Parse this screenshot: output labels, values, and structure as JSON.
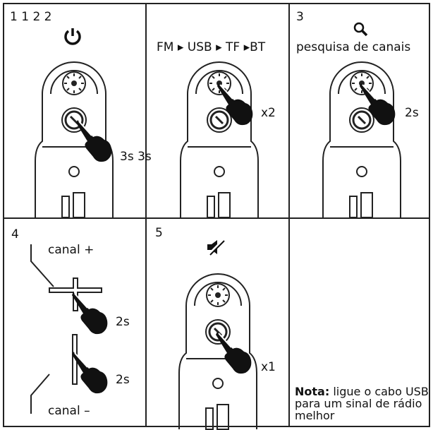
{
  "panels": [
    {
      "step": "1 1 2 2",
      "labels": [
        "3s 3s"
      ],
      "icon": "power-icon"
    },
    {
      "step": "",
      "labels": [
        "FM ▸ USB ▸ TF ▸BT",
        "x2"
      ],
      "icon": ""
    },
    {
      "step": "3",
      "labels": [
        "pesquisa de canais",
        "2s"
      ],
      "icon": "search-icon"
    },
    {
      "step": "4",
      "labels": [
        "canal +",
        "2s",
        "2s",
        "canal –"
      ],
      "icon": ""
    },
    {
      "step": "5",
      "labels": [
        "x1"
      ],
      "icon": "mute-icon"
    }
  ],
  "note": {
    "bold": "Nota:",
    "text": " ligue o cabo USB para um sinal de rádio melhor"
  }
}
